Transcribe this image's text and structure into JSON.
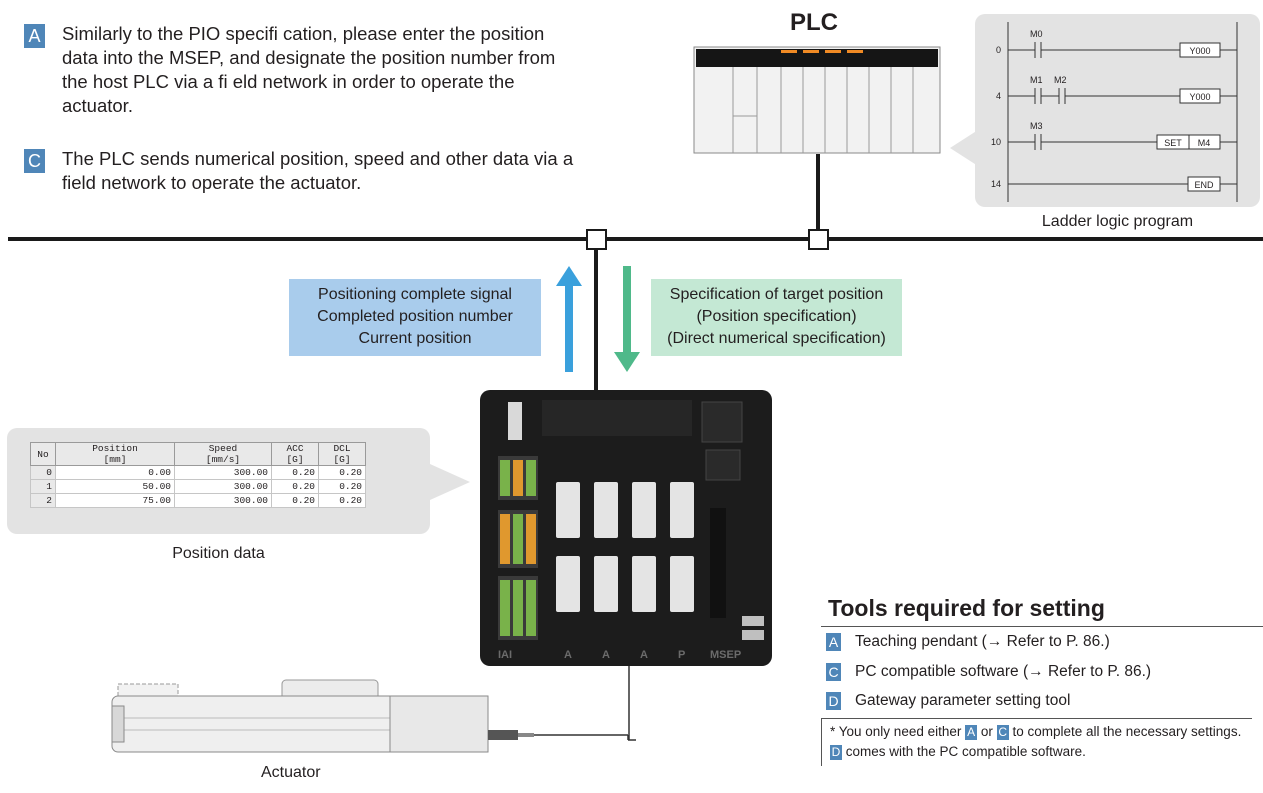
{
  "notes": [
    {
      "badge": "A",
      "text": "Similarly to the PIO specifi cation, please enter the position data into the MSEP, and designate the position number from the host PLC via a fi eld network in order to operate the actuator."
    },
    {
      "badge": "C",
      "text": "The PLC sends numerical  position, speed and other data via a field network to operate the actuator."
    }
  ],
  "plc": {
    "title": "PLC"
  },
  "ladder": {
    "caption": "Ladder logic program",
    "rungs": [
      {
        "step": "0",
        "contacts": [
          "M0"
        ],
        "coil": "Y000"
      },
      {
        "step": "4",
        "contacts": [
          "M1",
          "M2"
        ],
        "coil": "Y000"
      },
      {
        "step": "10",
        "contacts": [
          "M3"
        ],
        "coil": "SET",
        "operand": "M4"
      },
      {
        "step": "14",
        "contacts": [],
        "coil": "END"
      }
    ]
  },
  "signals_up": {
    "lines": [
      "Positioning complete signal",
      "Completed position number",
      "Current position"
    ],
    "color": "#3aa0dc"
  },
  "signals_down": {
    "lines": [
      "Specification of target position",
      "(Position specification)",
      "(Direct numerical specification)"
    ],
    "color": "#4fb98a"
  },
  "position_data": {
    "caption": "Position data",
    "headers": [
      [
        "No",
        ""
      ],
      [
        "Position",
        "[mm]"
      ],
      [
        "Speed",
        "[mm/s]"
      ],
      [
        "ACC",
        "[G]"
      ],
      [
        "DCL",
        "[G]"
      ]
    ],
    "rows": [
      [
        "0",
        "0.00",
        "300.00",
        "0.20",
        "0.20"
      ],
      [
        "1",
        "50.00",
        "300.00",
        "0.20",
        "0.20"
      ],
      [
        "2",
        "75.00",
        "300.00",
        "0.20",
        "0.20"
      ]
    ]
  },
  "controller": {
    "brand": "IAI",
    "model": "MSEP",
    "slot_labels": [
      "A",
      "A",
      "A",
      "P"
    ]
  },
  "actuator": {
    "caption": "Actuator"
  },
  "tools": {
    "title": "Tools required for setting",
    "items": [
      {
        "badge": "A",
        "text": "Teaching pendant (→ Refer to P. 86.)"
      },
      {
        "badge": "C",
        "text": "PC compatible software (→ Refer to P. 86.)"
      },
      {
        "badge": "D",
        "text": "Gateway parameter setting tool"
      }
    ],
    "note": {
      "prefix": "* You only need either",
      "badge_a": "A",
      "or": "or",
      "badge_c": "C",
      "middle": "to complete all the necessary settings.",
      "badge_d": "D",
      "suffix": "comes with the PC compatible software."
    }
  },
  "colors": {
    "badge": "#4f86b8",
    "line": "#1a1a1a",
    "panel": "#e3e3e3"
  }
}
